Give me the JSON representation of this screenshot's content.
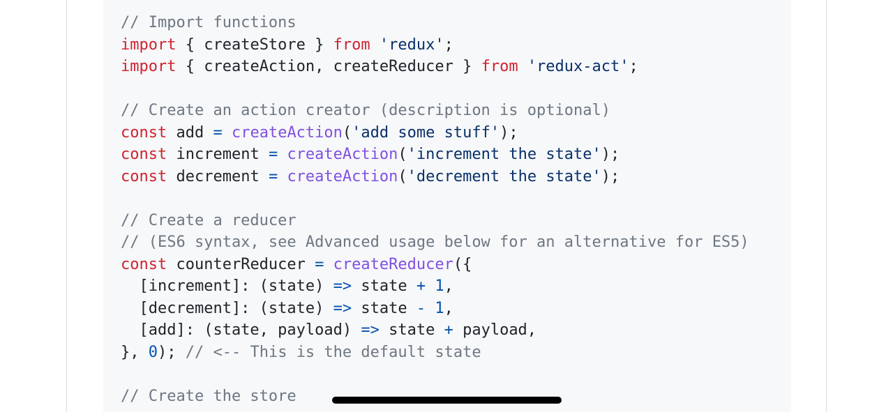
{
  "colors": {
    "code_background": "#f6f8fa",
    "comment": "#6e7781",
    "keyword": "#cf222e",
    "string": "#0a3069",
    "function": "#8250df",
    "operator": "#0550ae",
    "number": "#0550ae",
    "plain": "#1f2328",
    "home_indicator": "#000000"
  },
  "code": {
    "lines": [
      {
        "tokens": [
          {
            "type": "comment",
            "text": "// Import functions"
          }
        ]
      },
      {
        "tokens": [
          {
            "type": "keyword",
            "text": "import"
          },
          {
            "type": "plain",
            "text": " { createStore } "
          },
          {
            "type": "keyword",
            "text": "from"
          },
          {
            "type": "plain",
            "text": " "
          },
          {
            "type": "string",
            "text": "'redux'"
          },
          {
            "type": "plain",
            "text": ";"
          }
        ]
      },
      {
        "tokens": [
          {
            "type": "keyword",
            "text": "import"
          },
          {
            "type": "plain",
            "text": " { createAction, createReducer } "
          },
          {
            "type": "keyword",
            "text": "from"
          },
          {
            "type": "plain",
            "text": " "
          },
          {
            "type": "string",
            "text": "'redux-act'"
          },
          {
            "type": "plain",
            "text": ";"
          }
        ]
      },
      {
        "tokens": []
      },
      {
        "tokens": [
          {
            "type": "comment",
            "text": "// Create an action creator (description is optional)"
          }
        ]
      },
      {
        "tokens": [
          {
            "type": "keyword",
            "text": "const"
          },
          {
            "type": "plain",
            "text": " add "
          },
          {
            "type": "operator",
            "text": "="
          },
          {
            "type": "plain",
            "text": " "
          },
          {
            "type": "function",
            "text": "createAction"
          },
          {
            "type": "plain",
            "text": "("
          },
          {
            "type": "string",
            "text": "'add some stuff'"
          },
          {
            "type": "plain",
            "text": ");"
          }
        ]
      },
      {
        "tokens": [
          {
            "type": "keyword",
            "text": "const"
          },
          {
            "type": "plain",
            "text": " increment "
          },
          {
            "type": "operator",
            "text": "="
          },
          {
            "type": "plain",
            "text": " "
          },
          {
            "type": "function",
            "text": "createAction"
          },
          {
            "type": "plain",
            "text": "("
          },
          {
            "type": "string",
            "text": "'increment the state'"
          },
          {
            "type": "plain",
            "text": ");"
          }
        ]
      },
      {
        "tokens": [
          {
            "type": "keyword",
            "text": "const"
          },
          {
            "type": "plain",
            "text": " decrement "
          },
          {
            "type": "operator",
            "text": "="
          },
          {
            "type": "plain",
            "text": " "
          },
          {
            "type": "function",
            "text": "createAction"
          },
          {
            "type": "plain",
            "text": "("
          },
          {
            "type": "string",
            "text": "'decrement the state'"
          },
          {
            "type": "plain",
            "text": ");"
          }
        ]
      },
      {
        "tokens": []
      },
      {
        "tokens": [
          {
            "type": "comment",
            "text": "// Create a reducer"
          }
        ]
      },
      {
        "tokens": [
          {
            "type": "comment",
            "text": "// (ES6 syntax, see Advanced usage below for an alternative for ES5)"
          }
        ]
      },
      {
        "tokens": [
          {
            "type": "keyword",
            "text": "const"
          },
          {
            "type": "plain",
            "text": " counterReducer "
          },
          {
            "type": "operator",
            "text": "="
          },
          {
            "type": "plain",
            "text": " "
          },
          {
            "type": "function",
            "text": "createReducer"
          },
          {
            "type": "plain",
            "text": "({"
          }
        ]
      },
      {
        "tokens": [
          {
            "type": "plain",
            "text": "  [increment]: (state) "
          },
          {
            "type": "operator",
            "text": "=>"
          },
          {
            "type": "plain",
            "text": " state "
          },
          {
            "type": "operator",
            "text": "+"
          },
          {
            "type": "plain",
            "text": " "
          },
          {
            "type": "number",
            "text": "1"
          },
          {
            "type": "plain",
            "text": ","
          }
        ]
      },
      {
        "tokens": [
          {
            "type": "plain",
            "text": "  [decrement]: (state) "
          },
          {
            "type": "operator",
            "text": "=>"
          },
          {
            "type": "plain",
            "text": " state "
          },
          {
            "type": "operator",
            "text": "-"
          },
          {
            "type": "plain",
            "text": " "
          },
          {
            "type": "number",
            "text": "1"
          },
          {
            "type": "plain",
            "text": ","
          }
        ]
      },
      {
        "tokens": [
          {
            "type": "plain",
            "text": "  [add]: (state, payload) "
          },
          {
            "type": "operator",
            "text": "=>"
          },
          {
            "type": "plain",
            "text": " state "
          },
          {
            "type": "operator",
            "text": "+"
          },
          {
            "type": "plain",
            "text": " payload,"
          }
        ]
      },
      {
        "tokens": [
          {
            "type": "plain",
            "text": "}, "
          },
          {
            "type": "number",
            "text": "0"
          },
          {
            "type": "plain",
            "text": "); "
          },
          {
            "type": "comment",
            "text": "// <-- This is the default state"
          }
        ]
      },
      {
        "tokens": []
      },
      {
        "tokens": [
          {
            "type": "comment",
            "text": "// Create the store"
          }
        ]
      }
    ]
  }
}
